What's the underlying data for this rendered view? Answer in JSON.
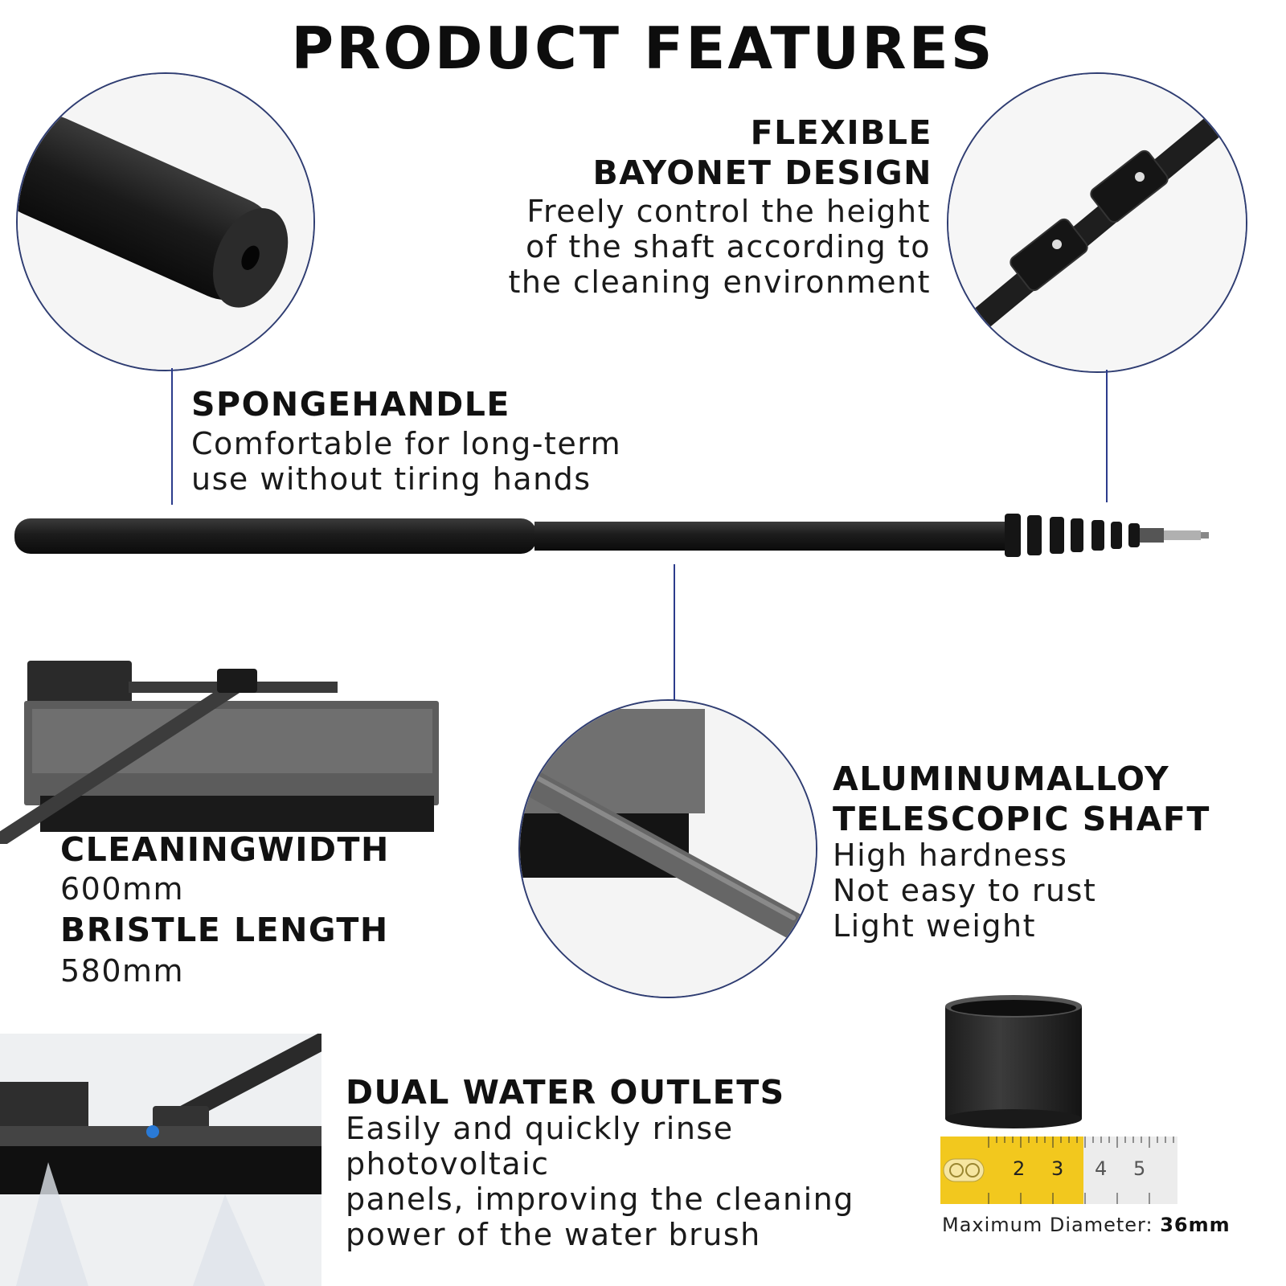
{
  "title": "PRODUCT FEATURES",
  "features": {
    "bayonet": {
      "heading_line1": "FLEXIBLE",
      "heading_line2": "BAYONET DESIGN",
      "desc_line1": "Freely control the height",
      "desc_line2": "of the shaft according to",
      "desc_line3": "the cleaning environment"
    },
    "sponge_handle": {
      "heading": "SPONGEHANDLE",
      "desc_line1": "Comfortable for long-term",
      "desc_line2": "use without tiring hands"
    },
    "shaft": {
      "heading_line1": "ALUMINUMALLOY",
      "heading_line2": "TELESCOPIC SHAFT",
      "desc_line1": "High hardness",
      "desc_line2": "Not easy to rust",
      "desc_line3": "Light weight"
    },
    "cleaning_width": {
      "heading": "CLEANINGWIDTH",
      "value": "600mm"
    },
    "bristle_length": {
      "heading": "BRISTLE LENGTH",
      "value": "580mm"
    },
    "outlets": {
      "heading": "DUAL WATER OUTLETS",
      "desc_line1": "Easily and quickly rinse photovoltaic",
      "desc_line2": "panels, improving the cleaning",
      "desc_line3": "power of the water brush"
    }
  },
  "diameter": {
    "label": "Maximum Diameter:",
    "value": "36mm",
    "tape_numbers": [
      "2",
      "3",
      "4",
      "5"
    ]
  },
  "colors": {
    "accent_line": "#2c3c8c",
    "tape_yellow": "#f2c81e",
    "product_black": "#1b1b1b"
  },
  "icons": [
    "sponge-handle-image",
    "bayonet-clamp-image",
    "telescopic-pole-image",
    "brush-head-image",
    "shaft-closeup-image",
    "water-outlet-image",
    "tube-diameter-image",
    "measuring-tape-image"
  ]
}
